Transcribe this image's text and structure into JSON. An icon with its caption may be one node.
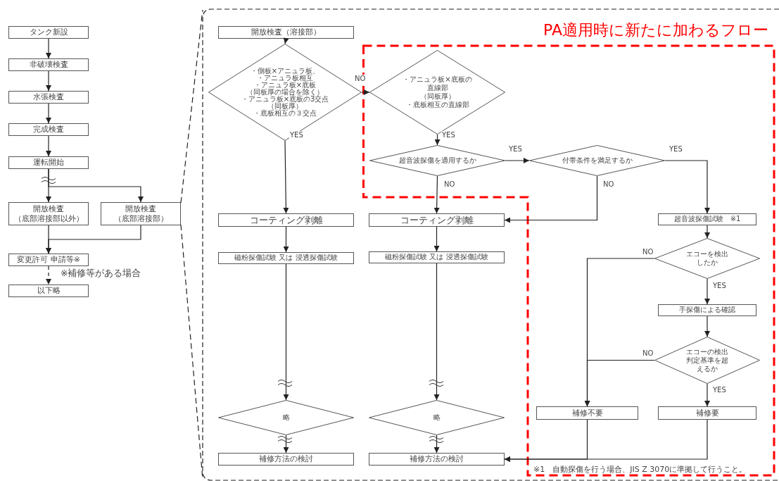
{
  "diagram": {
    "nodes": [
      {
        "text": [
          "タンク新設"
        ]
      },
      {
        "text": [
          "非破壊検査"
        ]
      },
      {
        "text": [
          "水張検査"
        ]
      },
      {
        "text": [
          "完成検査"
        ]
      },
      {
        "text": [
          "運転開始"
        ]
      },
      {
        "text": [
          "開放検査",
          "（底部溶接部以外）"
        ]
      },
      {
        "text": [
          "開放検査",
          "（底部溶接部）"
        ]
      },
      {
        "text": [
          "変更許可 申請等※"
        ]
      },
      {
        "text": [
          "以下略"
        ]
      },
      {
        "text": [],
        "shape": "box"
      },
      {
        "text": [
          "開放検査（溶接部）"
        ],
        "in": 9
      },
      {
        "text": [
          "・側板×アニュラ板、",
          "・アニュラ板相互",
          "・アニュラ板×底板",
          "（同板厚の場合を除く）",
          "・アニュラ板×底板の3交点",
          "（同板厚）",
          "・底板相互の３交点"
        ],
        "in": 9
      },
      {
        "text": [
          "PA適用時に新たに加わるフロー"
        ],
        "in": 9
      },
      {
        "text": [
          "・アニュラ板×底板の直線部",
          "（同板厚）",
          "・底板相互の直線部"
        ],
        "in": 12
      },
      {
        "text": [
          "超音波探傷を適用するか"
        ],
        "in": 12
      },
      {
        "text": [
          "付帯条件を満足するか"
        ],
        "in": 12
      },
      {
        "text": [
          "コーティング剥離"
        ],
        "in": 9
      },
      {
        "text": [
          "コーティング剥離"
        ],
        "in": 9
      },
      {
        "text": [
          "超音波探傷試験　※1"
        ],
        "in": 12
      },
      {
        "text": [
          "エコーを検出したか"
        ],
        "in": 12
      },
      {
        "text": [
          "磁粉探傷試験 又は 浸透探傷試験"
        ],
        "in": 9
      },
      {
        "text": [
          "磁粉探傷試験 又は 浸透探傷試験"
        ],
        "in": 9
      },
      {
        "text": [
          "手探傷による確認"
        ],
        "in": 12
      },
      {
        "text": [
          "エコーの検出判定基準を超えるか"
        ],
        "in": 12
      },
      {
        "text": [
          "略"
        ],
        "in": 9
      },
      {
        "text": [
          "略"
        ],
        "in": 9
      },
      {
        "text": [
          "補修不要"
        ],
        "in": 12
      },
      {
        "text": [
          "補修要"
        ],
        "in": 12
      },
      {
        "text": [
          "補修方法の検討"
        ],
        "in": 9
      },
      {
        "text": [
          "補修方法の検討"
        ],
        "in": 9
      }
    ],
    "edges": [
      {
        "from": 0,
        "to": 1,
        "arrow": "to"
      },
      {
        "from": 1,
        "to": 2,
        "arrow": "to"
      },
      {
        "from": 2,
        "to": 3,
        "arrow": "to"
      },
      {
        "from": 3,
        "to": 4,
        "arrow": "to"
      },
      {
        "from": 4,
        "to": 5,
        "arrow": "to"
      },
      {
        "from": 4,
        "to": 6,
        "arrow": "to"
      },
      {
        "from": 5,
        "to": 7,
        "arrow": "to"
      },
      {
        "from": 6,
        "to": 7,
        "arrow": "to"
      },
      {
        "from": 7,
        "to": 8,
        "arrow": "to",
        "style": "dashed"
      },
      {
        "from": 6,
        "to": 9,
        "arrow": "none",
        "style": "dashed"
      },
      {
        "from": 6,
        "to": 9,
        "arrow": "none",
        "style": "dashed"
      },
      {
        "from": 10,
        "to": 11,
        "arrow": "to"
      },
      {
        "from": 11,
        "to": 13,
        "arrow": "to",
        "label": "NO"
      },
      {
        "from": 11,
        "to": 16,
        "arrow": "to",
        "label": "YES"
      },
      {
        "from": 13,
        "to": 14,
        "arrow": "to",
        "label": "YES"
      },
      {
        "from": 14,
        "to": 15,
        "arrow": "to",
        "label": "YES"
      },
      {
        "from": 14,
        "to": 17,
        "arrow": "to",
        "label": "NO"
      },
      {
        "from": 15,
        "to": 17,
        "arrow": "to",
        "label": "NO"
      },
      {
        "from": 15,
        "to": 18,
        "arrow": "to",
        "label": "YES"
      },
      {
        "from": 16,
        "to": 20,
        "arrow": "to"
      },
      {
        "from": 17,
        "to": 21,
        "arrow": "to"
      },
      {
        "from": 18,
        "to": 19,
        "arrow": "to"
      },
      {
        "from": 19,
        "to": 22,
        "arrow": "to",
        "label": "YES"
      },
      {
        "from": 19,
        "to": 26,
        "arrow": "to",
        "label": "NO"
      },
      {
        "from": 20,
        "to": 24,
        "arrow": "to"
      },
      {
        "from": 21,
        "to": 25,
        "arrow": "to"
      },
      {
        "from": 22,
        "to": 23,
        "arrow": "to"
      },
      {
        "from": 23,
        "to": 26,
        "arrow": "to",
        "label": "NO"
      },
      {
        "from": 23,
        "to": 27,
        "arrow": "to",
        "label": "YES"
      },
      {
        "from": 24,
        "to": 28,
        "arrow": "to"
      },
      {
        "from": 25,
        "to": 29,
        "arrow": "to"
      },
      {
        "from": 26,
        "to": 29,
        "arrow": "to"
      },
      {
        "from": 27,
        "to": 29,
        "arrow": "to"
      }
    ],
    "labels": [
      "※補修等がある場合",
      "※1　自動探傷を行う場合、JIS Z 3070に準拠して行うこと。"
    ]
  }
}
